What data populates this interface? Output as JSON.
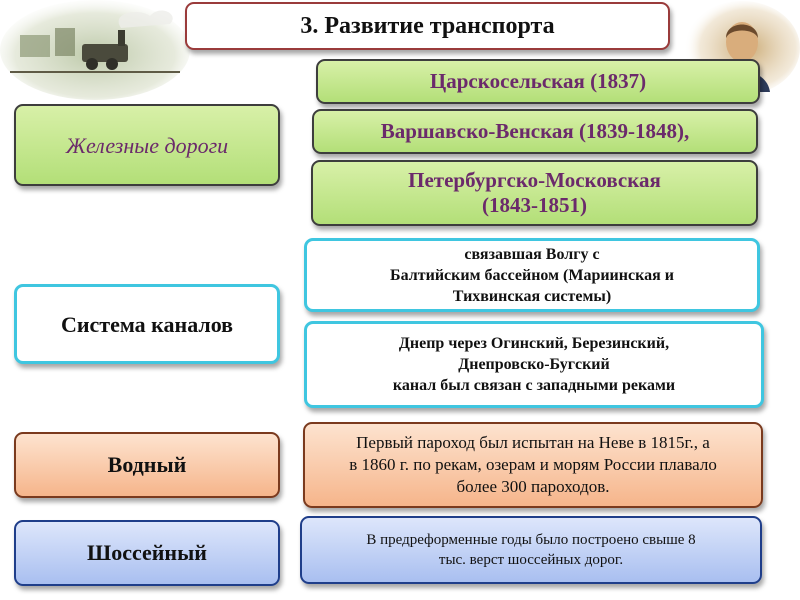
{
  "title": "3. Развитие транспорта",
  "rail": {
    "label": "Железные дороги",
    "items": [
      "Царскосельская (1837)",
      "Варшавско-Венская (1839-1848),",
      "Петербургско-Московская\n(1843-1851)"
    ]
  },
  "canals": {
    "label": "Система каналов",
    "items": [
      "связавшая Волгу с\nБалтийским бассейном (Мариинская и\nТихвинская системы)",
      "Днепр через Огинский, Березинский,\nДнепровско-Бугский\nканал был связан с западными реками"
    ]
  },
  "water": {
    "label": "Водный",
    "text": "Первый пароход был испытан на Неве в 1815г., а\nв 1860 г. по рекам, озерам и морям России плавало\nболее 300 пароходов."
  },
  "highway": {
    "label": "Шоссейный",
    "text": "В предреформенные  годы было построено свыше 8\nтыс. верст шоссейных  дорог."
  }
}
